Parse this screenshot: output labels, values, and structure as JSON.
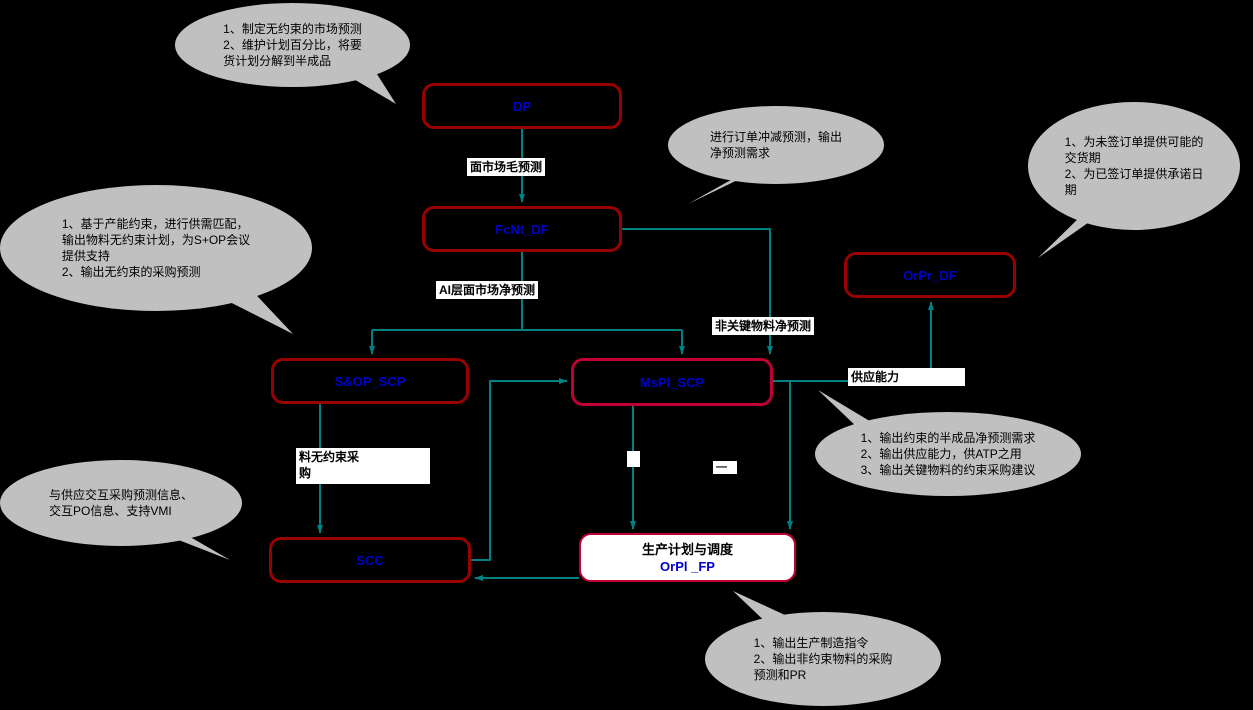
{
  "diagram": {
    "nodes": {
      "dp": {
        "label": "DP"
      },
      "fcnt_df": {
        "label": "FcNt_DF"
      },
      "orpr_df": {
        "label": "OrPr_DF"
      },
      "sop_scp": {
        "label": "S&OP_SCP"
      },
      "mspl_scp": {
        "label": "MsPl_SCP"
      },
      "scc": {
        "label": "SCC"
      },
      "orpl_fp": {
        "title": "生产计划与调度",
        "label": "OrPl _FP"
      }
    },
    "edge_labels": {
      "market_gross_forecast": "面市场毛预测",
      "market_net_forecast": "AI层面市场净预测",
      "noncritical_material_net_forecast": "非关键物料净预测",
      "supply_capacity": "供应能力",
      "material_unconstrained_purchase": "料无约束采\n购",
      "fragment_dash": "—"
    },
    "callouts": {
      "dp_note": "1、制定无约束的市场预测\n2、维护计划百分比，将要\n货计划分解到半成品",
      "sop_note": "1、基于产能约束，进行供需匹配，\n输出物料无约束计划，为S+OP会议\n提供支持\n2、输出无约束的采购预测",
      "fcnt_note": "进行订单冲减预测，输出\n净预测需求",
      "orpr_note": "1、为未签订单提供可能的\n交货期\n2、为已签订单提供承诺日\n期",
      "mspl_note": "1、输出约束的半成品净预测需求\n2、输出供应能力，供ATP之用\n3、输出关键物料的约束采购建议",
      "scc_note": "与供应交互采购预测信息、\n交互PO信息、支持VMI",
      "orpl_note": "1、输出生产制造指令\n2、输出非约束物料的采购\n预测和PR"
    },
    "colors": {
      "background": "#000000",
      "node_border": "#990000",
      "node_border_bright": "#CC0033",
      "node_text": "#0000CC",
      "arrow": "#008080",
      "callout_fill": "#C0C0C0",
      "label_bg": "#FFFFFF"
    }
  }
}
